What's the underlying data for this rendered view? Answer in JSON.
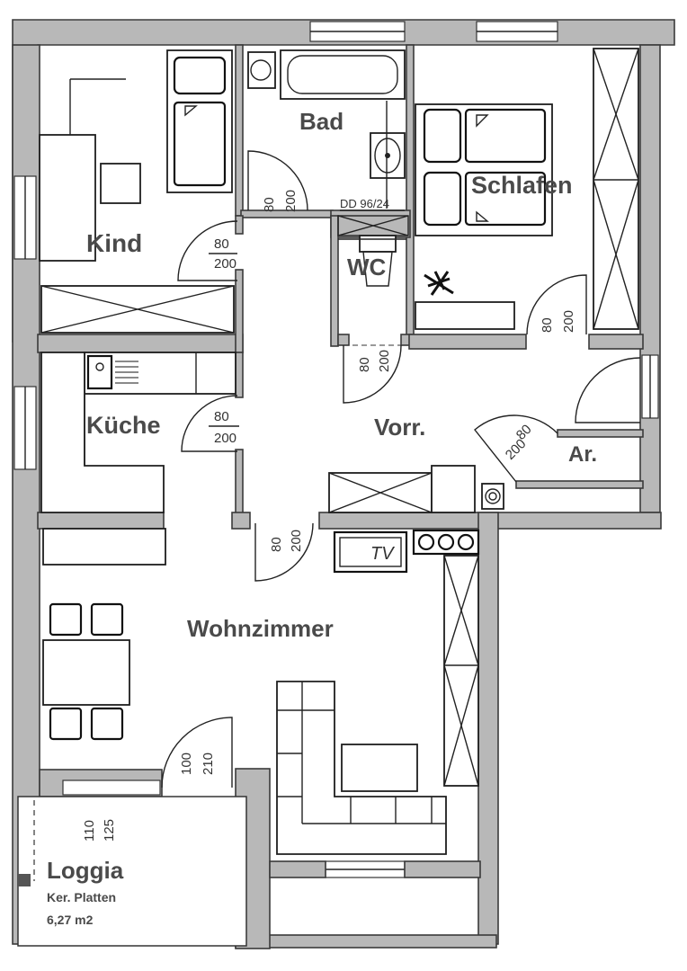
{
  "rooms": {
    "bad": "Bad",
    "schlafen": "Schlafen",
    "kind": "Kind",
    "wc": "WC",
    "kueche": "Küche",
    "vorr": "Vorr.",
    "ar": "Ar.",
    "wohnzimmer": "Wohnzimmer",
    "loggia": "Loggia"
  },
  "loggia": {
    "material": "Ker. Platten",
    "area": "6,27 m2"
  },
  "tv_label": "TV",
  "window_note": "DD 96/24",
  "doors": {
    "bad": {
      "w": "80",
      "h": "200"
    },
    "kind": {
      "w": "80",
      "h": "200"
    },
    "schlafen": {
      "w": "80",
      "h": "200"
    },
    "wc": {
      "w": "80",
      "h": "200"
    },
    "kueche": {
      "w": "80",
      "h": "200"
    },
    "ar": {
      "w": "80",
      "h": "200"
    },
    "wohnzimmer": {
      "w": "80",
      "h": "200"
    },
    "loggia_door": {
      "w": "100",
      "h": "210"
    },
    "loggia_window": {
      "w": "110",
      "h": "125"
    }
  },
  "colors": {
    "wall": "#b8b8b8",
    "line": "#222222",
    "text": "#4a4a4a"
  }
}
